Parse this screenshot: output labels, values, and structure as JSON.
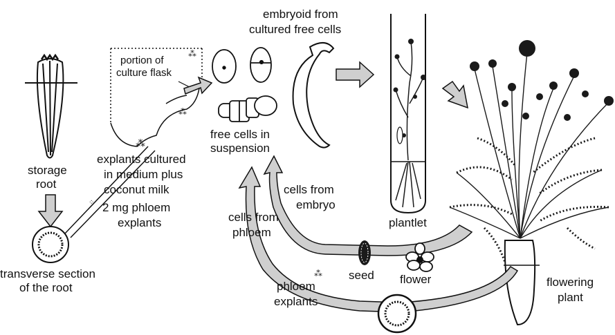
{
  "labels": {
    "storage_root": [
      "storage",
      "root"
    ],
    "transverse_section": [
      "transverse section",
      "of the root"
    ],
    "portion_flask": [
      "portion of",
      "culture flask"
    ],
    "explants_cultured": [
      "explants cultured",
      "in medium plus",
      "coconut milk"
    ],
    "phloem_explants_top": [
      "2 mg phloem",
      "explants"
    ],
    "embryoid": [
      "embryoid from",
      "cultured free cells"
    ],
    "free_cells": [
      "free cells in",
      "suspension"
    ],
    "plantlet": "plantlet",
    "cells_from_embryo": [
      "cells from",
      "embryo"
    ],
    "cells_from_phloem": [
      "cells from",
      "phloem"
    ],
    "seed": "seed",
    "flower": "flower",
    "phloem_explants_bottom": [
      "phloem",
      "explants"
    ],
    "flowering_plant": [
      "flowering",
      "plant"
    ]
  },
  "colors": {
    "arrow_fill": "#cfcfcf",
    "stroke": "#111111",
    "plant": "#1a1a1a"
  }
}
